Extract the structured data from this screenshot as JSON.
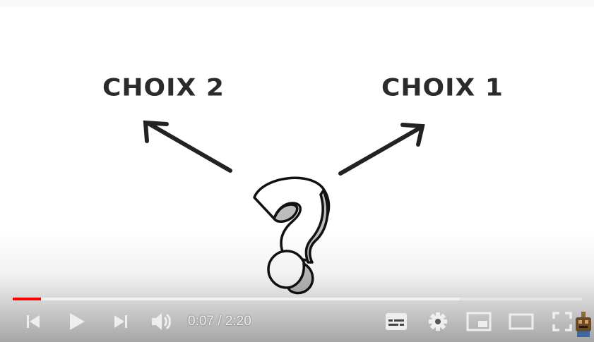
{
  "video": {
    "choices": [
      "CHOIX 2",
      "CHOIX 1"
    ],
    "mark": "question-mark-drawing"
  },
  "player": {
    "progress_fraction": 0.05,
    "loaded_fraction": 0.785,
    "time": {
      "current": "0:07",
      "separator": " / ",
      "duration": "2:20"
    },
    "colors": {
      "played": "#ff0000",
      "controls": "#eeeeee"
    },
    "icons": [
      "previous-icon",
      "play-icon",
      "next-icon",
      "volume-icon",
      "subtitles-icon",
      "settings-icon",
      "miniplayer-icon",
      "theater-mode-icon",
      "fullscreen-icon"
    ]
  }
}
